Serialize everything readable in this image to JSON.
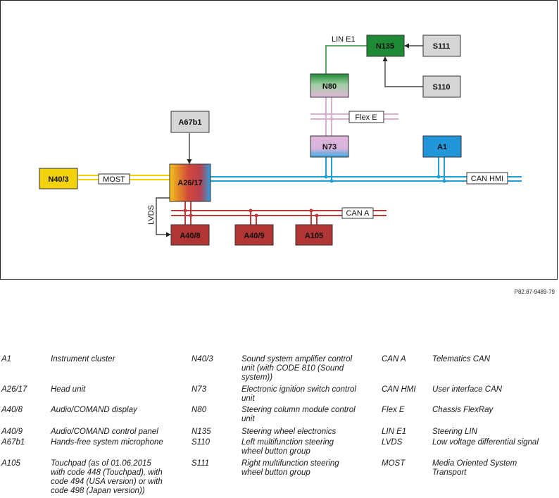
{
  "diagram": {
    "nodes": [
      {
        "id": "N40/3",
        "fill": "yellow"
      },
      {
        "id": "A26/17",
        "fill": "gradient-red-blue"
      },
      {
        "id": "A67b1",
        "fill": "grey"
      },
      {
        "id": "A40/8",
        "fill": "red"
      },
      {
        "id": "A40/9",
        "fill": "red"
      },
      {
        "id": "A105",
        "fill": "red"
      },
      {
        "id": "N73",
        "fill": "gradient-pink-blue"
      },
      {
        "id": "A1",
        "fill": "blue"
      },
      {
        "id": "N80",
        "fill": "gradient-green-pink"
      },
      {
        "id": "N135",
        "fill": "green"
      },
      {
        "id": "S111",
        "fill": "grey"
      },
      {
        "id": "S110",
        "fill": "grey"
      }
    ],
    "bus_labels": {
      "most": "MOST",
      "lvds": "LVDS",
      "can_a": "CAN A",
      "can_hmi": "CAN HMI",
      "flex_e": "Flex E",
      "lin_e1": "LIN E1"
    },
    "colors": {
      "most": "#f0d000",
      "can_hmi": "#1e9fd8",
      "can_a": "#c0393b",
      "flex_e": "#d8b0d0",
      "lin_e1": "#2e8b3e",
      "red_node": "#b03535",
      "yellow_node": "#f2d20a",
      "blue_node": "#2196d8",
      "green_node": "#1f8a35",
      "grey_node": "#d6d6d6"
    }
  },
  "figure_id": "P82.87-9489-79",
  "legend": [
    [
      {
        "code": "A1",
        "desc": "Instrument cluster"
      },
      {
        "code": "A26/17",
        "desc": "Head unit"
      },
      {
        "code": "A40/8",
        "desc": "Audio/COMAND display"
      },
      {
        "code": "A40/9",
        "desc": "Audio/COMAND control panel"
      },
      {
        "code": "A67b1",
        "desc": "Hands-free system microphone"
      },
      {
        "code": "A105",
        "desc": "Touchpad (as of 01.06.2015\nwith code 448 (Touchpad), with\ncode 494 (USA version) or with\ncode 498 (Japan version))"
      }
    ],
    [
      {
        "code": "N40/3",
        "desc": "Sound system amplifier control\nunit (with CODE 810 (Sound\nsystem))"
      },
      {
        "code": "N73",
        "desc": "Electronic ignition switch control\nunit"
      },
      {
        "code": "N80",
        "desc": "Steering column module control\nunit"
      },
      {
        "code": "N135",
        "desc": "Steering wheel electronics"
      },
      {
        "code": "S110",
        "desc": "Left multifunction steering\nwheel button group"
      },
      {
        "code": "S111",
        "desc": "Right multifunction steering\nwheel button group"
      }
    ],
    [
      {
        "code": "CAN A",
        "desc": "Telematics CAN"
      },
      {
        "code": "CAN HMI",
        "desc": "User interface CAN"
      },
      {
        "code": "Flex E",
        "desc": "Chassis FlexRay"
      },
      {
        "code": "LIN E1",
        "desc": "Steering LIN"
      },
      {
        "code": "LVDS",
        "desc": "Low voltage differential signal"
      },
      {
        "code": "MOST",
        "desc": "Media Oriented System\nTransport"
      }
    ]
  ]
}
